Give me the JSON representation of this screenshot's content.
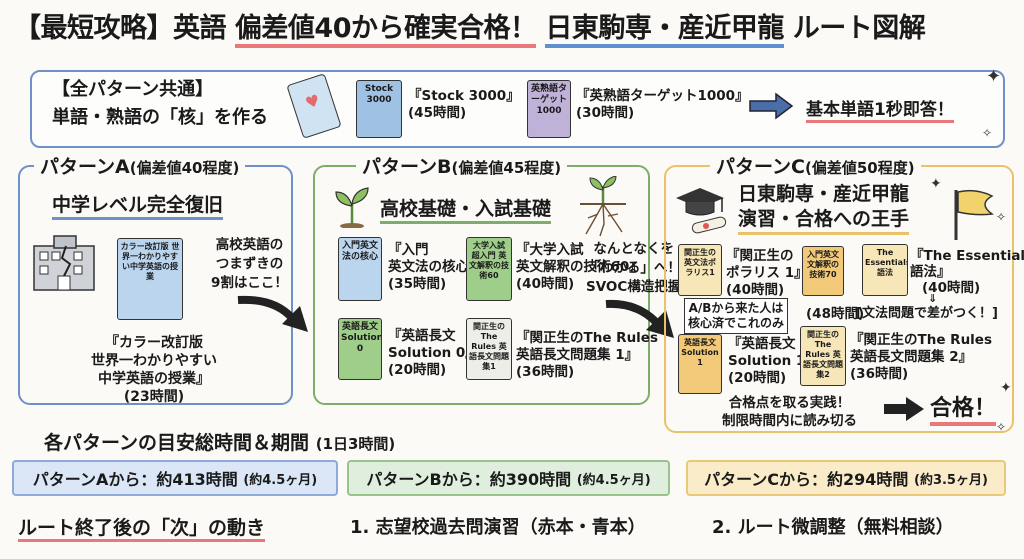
{
  "title": {
    "part1": "【最短攻略】英語 ",
    "part2": "偏差値40から確実合格！",
    "part3": "日東駒専・産近甲龍",
    "part4": " ルート図解"
  },
  "common": {
    "title_line1": "【全パターン共通】",
    "title_line2": "単語・熟語の「核」を作る",
    "book1": {
      "cover": "Stock 3000",
      "name": "『Stock 3000』",
      "hours": "(45時間)"
    },
    "book2": {
      "cover": "英熟語ターゲット1000",
      "name": "『英熟語ターゲット1000』",
      "hours": "(30時間)"
    },
    "goal": "基本単語1秒即答！"
  },
  "pattern_a": {
    "label": "パターンA",
    "level": "(偏差値40程度)",
    "heading": "中学レベル完全復旧",
    "book_cover": "カラー改訂版 世界一わかりやすい中学英語の授業",
    "book_line1": "『カラー改訂版",
    "book_line2": "世界一わかりやすい",
    "book_line3": "中学英語の授業』",
    "book_hours": "(23時間)",
    "note_line1": "高校英語の",
    "note_line2": "つまずきの",
    "note_line3": "9割はここ！"
  },
  "pattern_b": {
    "label": "パターンB",
    "level": "(偏差値45程度)",
    "heading": "高校基礎・入試基礎",
    "books": [
      {
        "cover": "入門英文法の核心",
        "name1": "『入門",
        "name2": "英文法の核心』",
        "hours": "(35時間)"
      },
      {
        "cover": "大学入試 超入門 英文解釈の技術60",
        "name1": "『大学入試",
        "name2": "英文解釈の技術60』",
        "hours": "(40時間)"
      },
      {
        "cover": "英語長文 Solution 0",
        "name1": "『英語長文",
        "name2": "Solution 0』",
        "hours": "(20時間)"
      },
      {
        "cover": "関正生のThe Rules 英語長文問題集1",
        "name1": "『関正生のThe Rules",
        "name2": "英語長文問題集 1』",
        "hours": "(36時間)"
      }
    ],
    "note_line1": "なんとなくを",
    "note_line2": "「わかる」へ！",
    "note_line3": "SVOC構造把握"
  },
  "pattern_c": {
    "label": "パターンC",
    "level": "(偏差値50程度)",
    "heading1": "日東駒専・産近甲龍",
    "heading2": "演習・合格への王手",
    "books": [
      {
        "cover": "関正生の英文法ポラリス1",
        "name1": "『関正生の",
        "name2": "ポラリス 1』",
        "hours": "(40時間)"
      },
      {
        "cover": "入門英文 文解釈の技術70",
        "name1": "",
        "name2": "",
        "hours": "(48時間)"
      },
      {
        "cover": "The Essentials 語法",
        "name1": "『The Essentials",
        "name2": "語法』",
        "hours": "(40時間)"
      },
      {
        "cover": "英語長文 Solution 1",
        "name1": "『英語長文",
        "name2": "Solution 1』",
        "hours": "(20時間)"
      },
      {
        "cover": "関正生の The Rules 英語長文問題集2",
        "name1": "『関正生のThe Rules",
        "name2": "英語長文問題集 2』",
        "hours": "(36時間)"
      }
    ],
    "callout1_line1": "A/Bから来た人は",
    "callout1_line2": "核心済でこれのみ",
    "callout2": "[文法問題で差がつく！]",
    "practice_line1": "合格点を取る実践！",
    "practice_line2": "制限時間内に読み切る",
    "pass": "合格！"
  },
  "summary": {
    "title": "各パターンの目安総時間＆期間",
    "subtitle": "(1日3時間)",
    "a": {
      "text": "パターンAから：約413時間",
      "period": "(約4.5ヶ月)"
    },
    "b": {
      "text": "パターンBから：約390時間",
      "period": "(約4.5ヶ月)"
    },
    "c": {
      "text": "パターンCから：約294時間",
      "period": "(約3.5ヶ月)"
    }
  },
  "next": {
    "label": "ルート終了後の「次」の動き",
    "item1": "1. 志望校過去問演習（赤本・青本）",
    "item2": "2. ルート微調整（無料相談）"
  },
  "colors": {
    "blue": "#6f90c9",
    "green": "#7cae6a",
    "gold": "#e9c36a",
    "red_accent": "#e7797a"
  }
}
